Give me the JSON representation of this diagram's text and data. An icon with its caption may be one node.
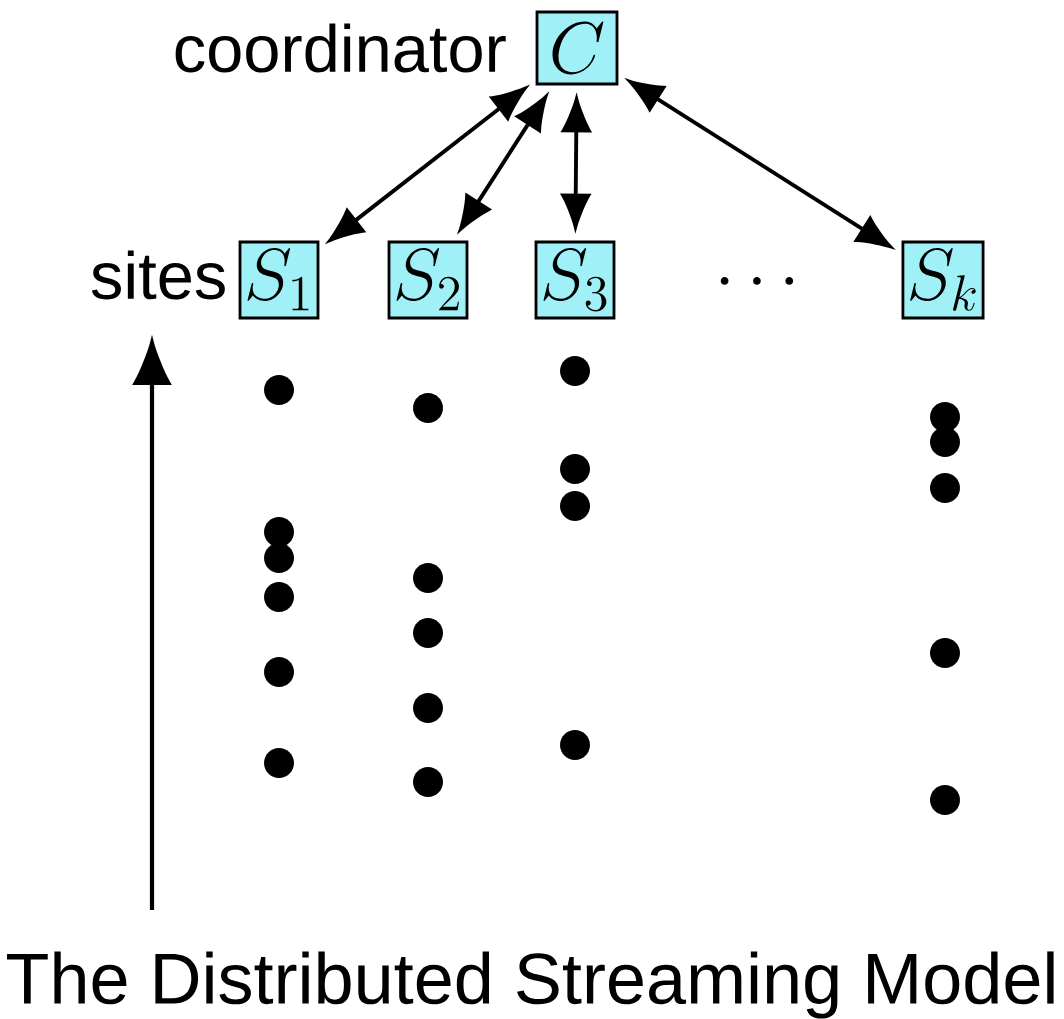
{
  "diagram": {
    "caption": "The Distributed Streaming Model",
    "nodes": [
      {
        "text": [
          "C"
        ],
        "beside": [
          "coordinator"
        ]
      },
      {
        "text": [
          "S_1"
        ]
      },
      {
        "text": [
          "S_2"
        ]
      },
      {
        "text": [
          "S_3"
        ]
      },
      {
        "text": [
          "S_k"
        ]
      }
    ],
    "edges": [
      {
        "from": 0,
        "to": 1,
        "arrow": "both"
      },
      {
        "from": 0,
        "to": 2,
        "arrow": "both"
      },
      {
        "from": 0,
        "to": 3,
        "arrow": "both"
      },
      {
        "from": 0,
        "to": 4,
        "arrow": "both"
      }
    ],
    "labels": [
      "sites",
      "\\cdots"
    ]
  }
}
